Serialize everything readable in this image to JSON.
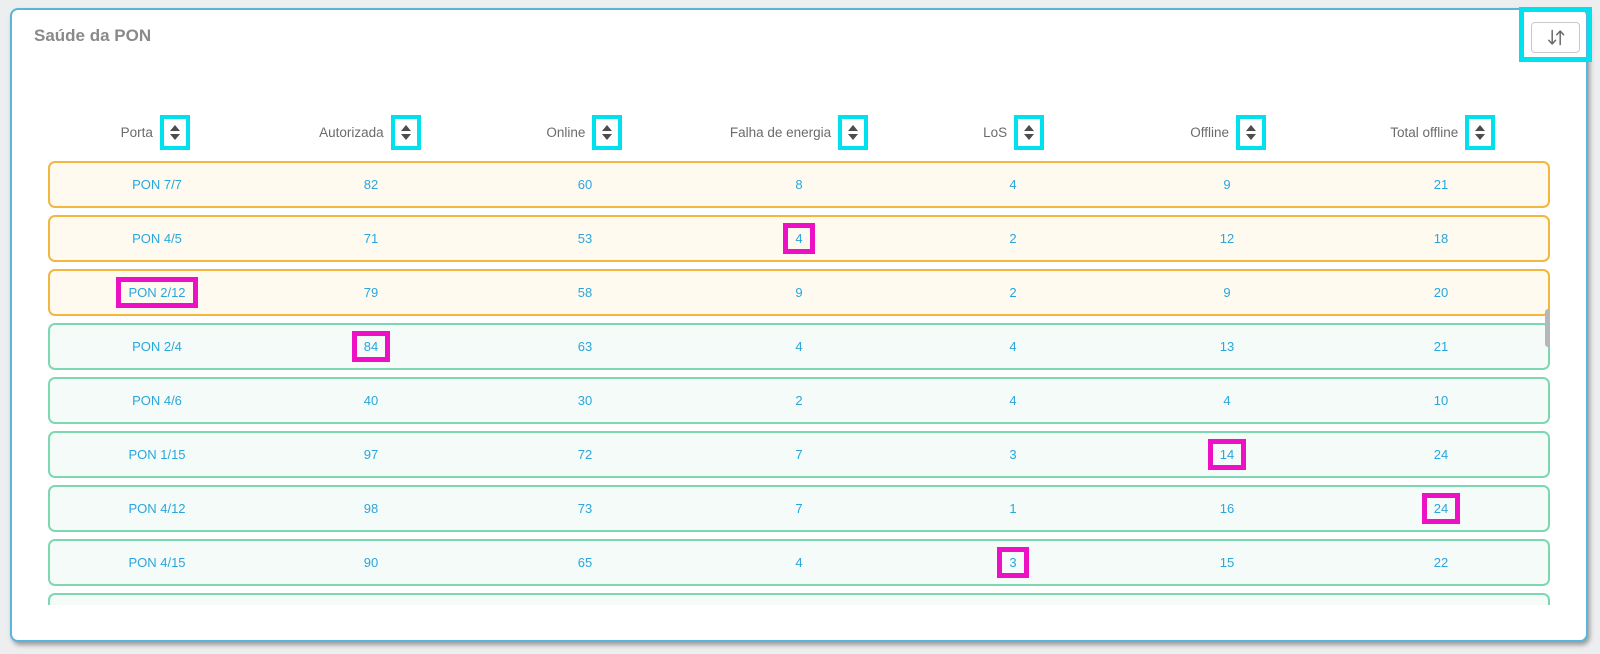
{
  "page": {
    "title": "Saúde da PON"
  },
  "toolbar": {
    "sort_button_icon": "sort-down-up-arrows-icon"
  },
  "table": {
    "columns": [
      {
        "key": "porta",
        "label": "Porta"
      },
      {
        "key": "autorizada",
        "label": "Autorizada"
      },
      {
        "key": "online",
        "label": "Online"
      },
      {
        "key": "falha",
        "label": "Falha de energia"
      },
      {
        "key": "los",
        "label": "LoS"
      },
      {
        "key": "offline",
        "label": "Offline"
      },
      {
        "key": "total",
        "label": "Total offline"
      }
    ],
    "rows": [
      {
        "tone": "yellow",
        "porta": "PON 7/7",
        "autorizada": "82",
        "online": "60",
        "falha": "8",
        "los": "4",
        "offline": "9",
        "total": "21",
        "highlight": []
      },
      {
        "tone": "yellow",
        "porta": "PON 4/5",
        "autorizada": "71",
        "online": "53",
        "falha": "4",
        "los": "2",
        "offline": "12",
        "total": "18",
        "highlight": [
          "falha"
        ]
      },
      {
        "tone": "yellow",
        "porta": "PON 2/12",
        "autorizada": "79",
        "online": "58",
        "falha": "9",
        "los": "2",
        "offline": "9",
        "total": "20",
        "highlight": [
          "porta"
        ]
      },
      {
        "tone": "green",
        "porta": "PON 2/4",
        "autorizada": "84",
        "online": "63",
        "falha": "4",
        "los": "4",
        "offline": "13",
        "total": "21",
        "highlight": [
          "autorizada"
        ]
      },
      {
        "tone": "green",
        "porta": "PON 4/6",
        "autorizada": "40",
        "online": "30",
        "falha": "2",
        "los": "4",
        "offline": "4",
        "total": "10",
        "highlight": []
      },
      {
        "tone": "green",
        "porta": "PON 1/15",
        "autorizada": "97",
        "online": "72",
        "falha": "7",
        "los": "3",
        "offline": "14",
        "total": "24",
        "highlight": [
          "offline"
        ]
      },
      {
        "tone": "green",
        "porta": "PON 4/12",
        "autorizada": "98",
        "online": "73",
        "falha": "7",
        "los": "1",
        "offline": "16",
        "total": "24",
        "highlight": [
          "total"
        ]
      },
      {
        "tone": "green",
        "porta": "PON 4/15",
        "autorizada": "90",
        "online": "65",
        "falha": "4",
        "los": "3",
        "offline": "15",
        "total": "22",
        "highlight": [
          "los"
        ]
      }
    ],
    "partial_row_tone": "green",
    "scrollbar_visible": true
  },
  "colors": {
    "page_bg": "#edeef0",
    "card_border": "#57b6d9",
    "title_text": "#8a8a8a",
    "header_text": "#6b6b6b",
    "cell_text": "#2aa6dc",
    "row_yellow_border": "#f2b73f",
    "row_yellow_bg": "#fefaf0",
    "row_green_border": "#7dd8b1",
    "row_green_bg": "#f5fbf8",
    "annotation_cyan": "#00e1f0",
    "annotation_magenta": "#ee10c4",
    "sort_icon": "#4d4d4d"
  }
}
